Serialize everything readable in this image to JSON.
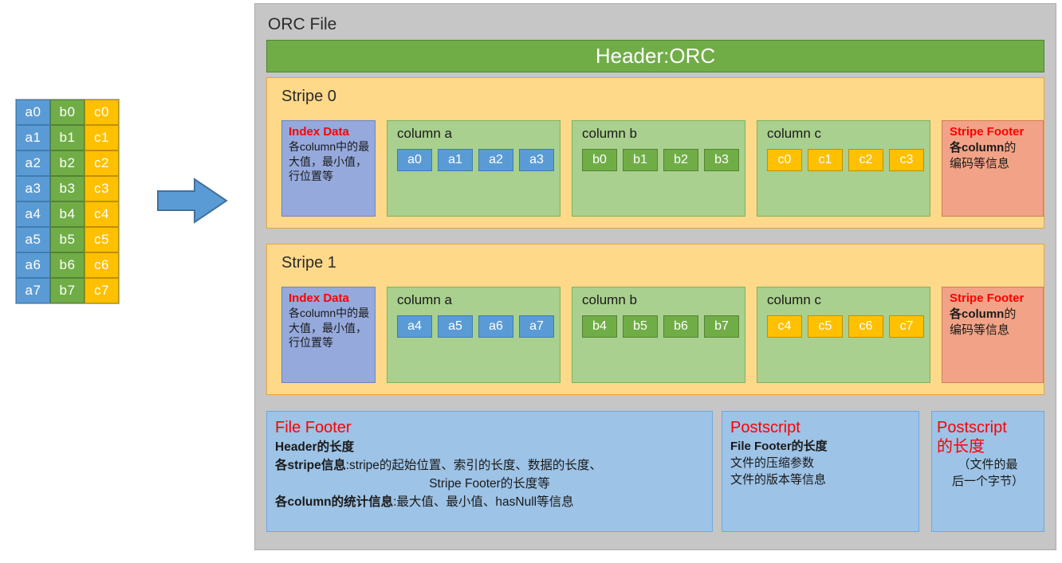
{
  "source_table": {
    "columns": [
      "a",
      "b",
      "c"
    ],
    "rows": [
      [
        "a0",
        "b0",
        "c0"
      ],
      [
        "a1",
        "b1",
        "c1"
      ],
      [
        "a2",
        "b2",
        "c2"
      ],
      [
        "a3",
        "b3",
        "c3"
      ],
      [
        "a4",
        "b4",
        "c4"
      ],
      [
        "a5",
        "b5",
        "c5"
      ],
      [
        "a6",
        "b6",
        "c6"
      ],
      [
        "a7",
        "b7",
        "c7"
      ]
    ]
  },
  "arrow": {
    "direction": "right",
    "color": "#5B9BD5"
  },
  "orc_file": {
    "title": "ORC File",
    "header": {
      "label": "Header:ORC",
      "color": "#70AD47"
    },
    "stripes": [
      {
        "title": "Stripe 0",
        "index_data": {
          "title": "Index Data",
          "desc": "各column中的最大值，最小值，行位置等"
        },
        "columns": [
          {
            "title": "column a",
            "cells": [
              "a0",
              "a1",
              "a2",
              "a3"
            ]
          },
          {
            "title": "column b",
            "cells": [
              "b0",
              "b1",
              "b2",
              "b3"
            ]
          },
          {
            "title": "column c",
            "cells": [
              "c0",
              "c1",
              "c2",
              "c3"
            ]
          }
        ],
        "stripe_footer": {
          "title": "Stripe Footer",
          "desc_bold": "各column",
          "desc_rest": "的",
          "desc_line2": "编码等信息"
        }
      },
      {
        "title": "Stripe 1",
        "index_data": {
          "title": "Index Data",
          "desc": "各column中的最大值，最小值，行位置等"
        },
        "columns": [
          {
            "title": "column a",
            "cells": [
              "a4",
              "a5",
              "a6",
              "a7"
            ]
          },
          {
            "title": "column b",
            "cells": [
              "b4",
              "b5",
              "b6",
              "b7"
            ]
          },
          {
            "title": "column c",
            "cells": [
              "c4",
              "c5",
              "c6",
              "c7"
            ]
          }
        ],
        "stripe_footer": {
          "title": "Stripe Footer",
          "desc_bold": "各column",
          "desc_rest": "的",
          "desc_line2": "编码等信息"
        }
      }
    ],
    "file_footer": {
      "title": "File Footer",
      "line1_bold": "Header",
      "line1_rest": "的长度",
      "line2_bold": "各stripe信息",
      "line2_rest": ":stripe的起始位置、索引的长度、数据的长度、",
      "line3": "Stripe Footer的长度等",
      "line4_bold": "各column的统计信息",
      "line4_rest": ":最大值、最小值、hasNull等信息"
    },
    "postscript": {
      "title": "Postscript",
      "line1_bold": "File Footer",
      "line1_rest": "的长度",
      "line2": "文件的压缩参数",
      "line3": "文件的版本等信息"
    },
    "postscript_length": {
      "title_line1": "Postscript",
      "title_line2": "的长度",
      "note_line1": "（文件的最",
      "note_line2": "后一个字节）"
    }
  },
  "colors": {
    "column_a": "#5B9BD5",
    "column_b": "#70AD47",
    "column_c": "#FFC000",
    "header": "#70AD47",
    "stripe": "#FFD98A",
    "index_data": "#95A9DC",
    "column_panel": "#A9D08E",
    "stripe_footer": "#F2A387",
    "footer_box": "#9DC3E6",
    "container": "#C6C6C6",
    "title_red": "#FF0000"
  }
}
